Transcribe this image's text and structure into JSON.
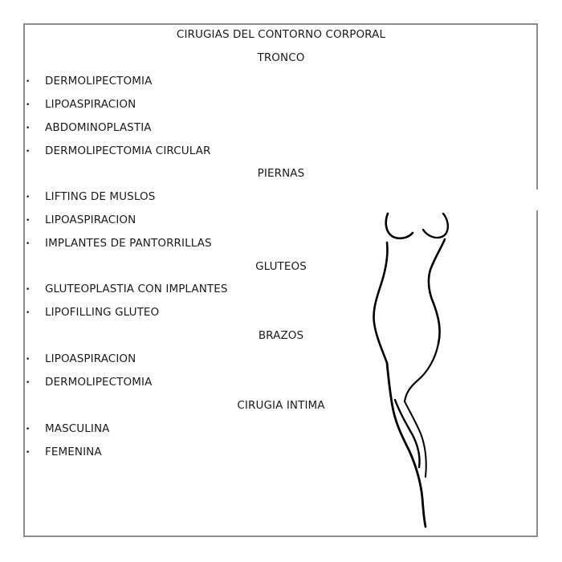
{
  "title": "CIRUGIAS DEL CONTORNO CORPORAL",
  "sections": [
    {
      "heading": "TRONCO",
      "items": [
        "DERMOLIPECTOMIA",
        "LIPOASPIRACION",
        "ABDOMINOPLASTIA",
        "DERMOLIPECTOMIA CIRCULAR"
      ]
    },
    {
      "heading": "PIERNAS",
      "items": [
        "LIFTING DE MUSLOS",
        "LIPOASPIRACION",
        "IMPLANTES DE PANTORRILLAS"
      ]
    },
    {
      "heading": "GLUTEOS",
      "items": [
        "GLUTEOPLASTIA CON IMPLANTES",
        "LIPOFILLING GLUTEO"
      ]
    },
    {
      "heading": "BRAZOS",
      "items": [
        "LIPOASPIRACION",
        "DERMOLIPECTOMIA"
      ]
    },
    {
      "heading": "CIRUGIA INTIMA",
      "items": [
        "MASCULINA",
        "FEMENINA"
      ]
    }
  ],
  "bullet_glyph": "•",
  "colors": {
    "border": "#8c8c8c",
    "text": "#1a1a1a",
    "silhouette": "#000000"
  },
  "icons": {
    "silhouette": "female-body-silhouette-icon"
  }
}
